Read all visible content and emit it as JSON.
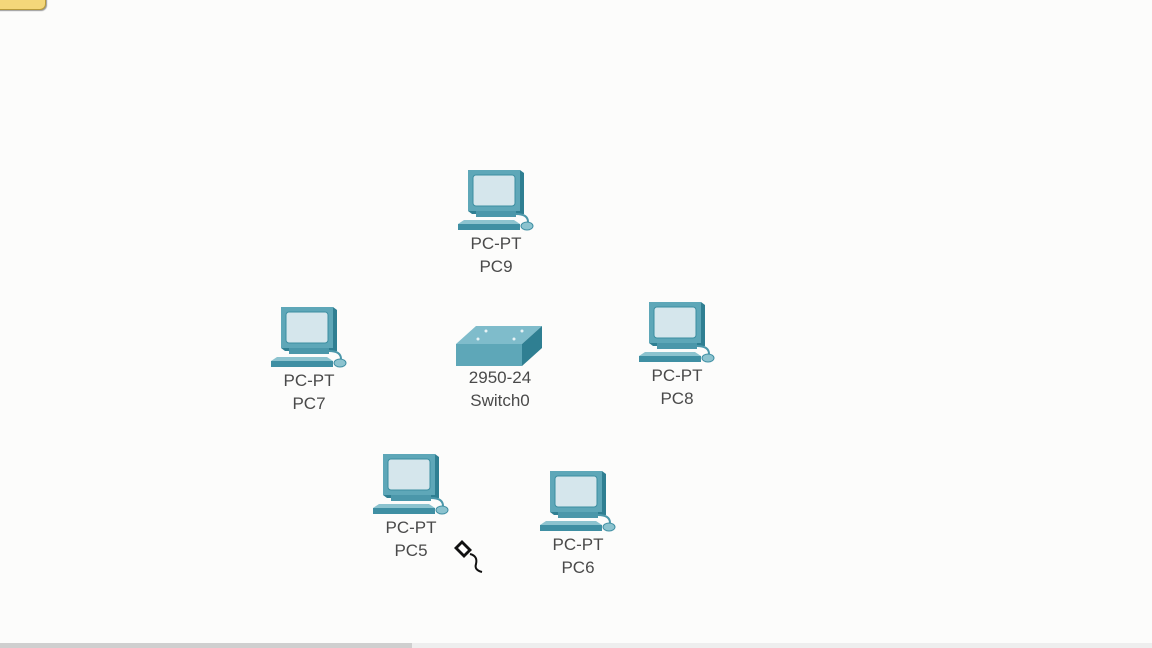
{
  "devices": [
    {
      "id": "pc9",
      "model": "PC-PT",
      "name": "PC9"
    },
    {
      "id": "pc7",
      "model": "PC-PT",
      "name": "PC7"
    },
    {
      "id": "switch0",
      "model": "2950-24",
      "name": "Switch0"
    },
    {
      "id": "pc8",
      "model": "PC-PT",
      "name": "PC8"
    },
    {
      "id": "pc5",
      "model": "PC-PT",
      "name": "PC5"
    },
    {
      "id": "pc6",
      "model": "PC-PT",
      "name": "PC6"
    }
  ],
  "colors": {
    "device": "#5ea7b8",
    "device_dark": "#2f7f92",
    "screen": "#d5e6ec"
  }
}
